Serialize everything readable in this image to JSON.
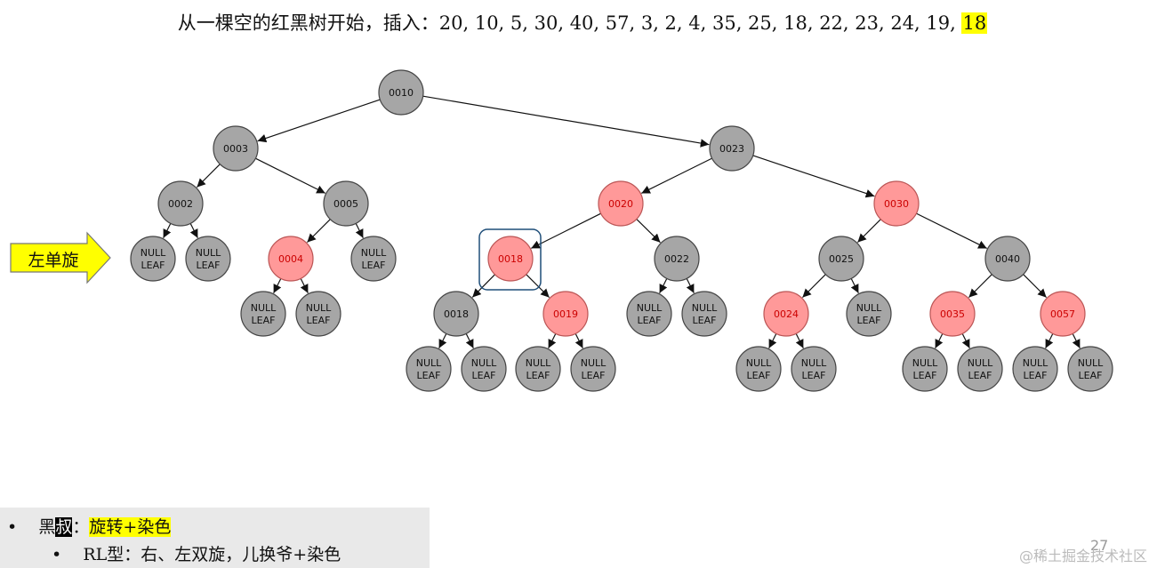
{
  "title": {
    "prefix": "从一棵空的红黑树开始，插入：20, 10, 5, 30, 40, 57, 3, 2, 4, 35, 25, 18, 22, 23, 24, 19, ",
    "highlight": "18"
  },
  "side_label": "左单旋",
  "bottom": {
    "bullet1_a": "黑",
    "bullet1_b": "叔",
    "bullet1_c": "：",
    "bullet1_d": "旋转+染色",
    "bullet2": "RL型：右、左双旋，儿换爷+染色"
  },
  "page_number": "27",
  "credit": "@稀土掘金技术社区",
  "colors": {
    "black_node": "#a6a6a6",
    "red_node": "#ff9999",
    "red_text": "#cc0000",
    "highlight": "#ffff00",
    "selection": "#1f4e79"
  },
  "nodes": [
    {
      "id": "n10",
      "label": "0010",
      "color": "black"
    },
    {
      "id": "n3",
      "label": "0003",
      "color": "black"
    },
    {
      "id": "n23",
      "label": "0023",
      "color": "black"
    },
    {
      "id": "n2",
      "label": "0002",
      "color": "black"
    },
    {
      "id": "n5",
      "label": "0005",
      "color": "black"
    },
    {
      "id": "n20",
      "label": "0020",
      "color": "red"
    },
    {
      "id": "n30",
      "label": "0030",
      "color": "red"
    },
    {
      "id": "n4",
      "label": "0004",
      "color": "red"
    },
    {
      "id": "n18a",
      "label": "0018",
      "color": "red",
      "selected": true
    },
    {
      "id": "n22",
      "label": "0022",
      "color": "black"
    },
    {
      "id": "n25",
      "label": "0025",
      "color": "black"
    },
    {
      "id": "n40",
      "label": "0040",
      "color": "black"
    },
    {
      "id": "n18b",
      "label": "0018",
      "color": "black"
    },
    {
      "id": "n19",
      "label": "0019",
      "color": "red"
    },
    {
      "id": "n24",
      "label": "0024",
      "color": "red"
    },
    {
      "id": "n35",
      "label": "0035",
      "color": "red"
    },
    {
      "id": "n57",
      "label": "0057",
      "color": "red"
    }
  ],
  "leaf_label": [
    "NULL",
    "LEAF"
  ]
}
